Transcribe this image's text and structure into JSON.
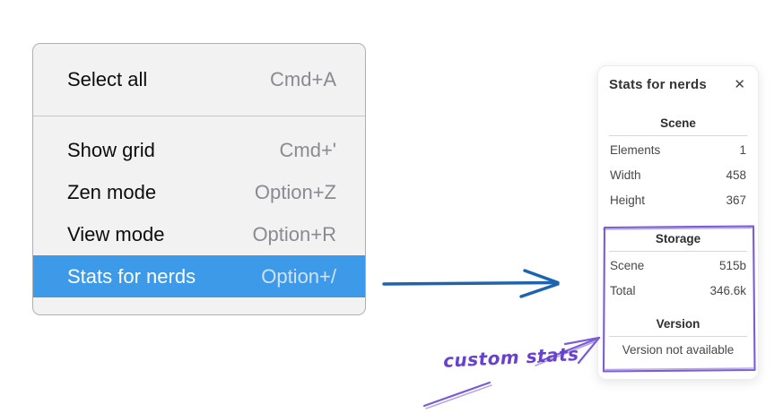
{
  "menu": {
    "groups": [
      {
        "items": [
          {
            "label": "Select all",
            "shortcut": "Cmd+A"
          }
        ]
      },
      {
        "items": [
          {
            "label": "Show grid",
            "shortcut": "Cmd+'"
          },
          {
            "label": "Zen mode",
            "shortcut": "Option+Z"
          },
          {
            "label": "View mode",
            "shortcut": "Option+R"
          },
          {
            "label": "Stats for nerds",
            "shortcut": "Option+/"
          }
        ]
      }
    ],
    "selected_item": "Stats for nerds"
  },
  "stats_panel": {
    "title": "Stats for nerds",
    "close_icon": "✕",
    "sections": [
      {
        "title": "Scene",
        "rows": [
          {
            "label": "Elements",
            "value": "1"
          },
          {
            "label": "Width",
            "value": "458"
          },
          {
            "label": "Height",
            "value": "367"
          }
        ]
      },
      {
        "title": "Storage",
        "rows": [
          {
            "label": "Scene",
            "value": "515b"
          },
          {
            "label": "Total",
            "value": "346.6k"
          }
        ]
      },
      {
        "title": "Version",
        "rows": [],
        "note": "Version not available"
      }
    ]
  },
  "annotation": {
    "label": "custom stats"
  },
  "colors": {
    "menu_highlight": "#3d9ae8",
    "menu_background": "#f2f2f3",
    "arrow_blue": "#1e63b0",
    "annotation_purple": "#7a5cd6",
    "annotation_text_purple": "#6742cf"
  }
}
